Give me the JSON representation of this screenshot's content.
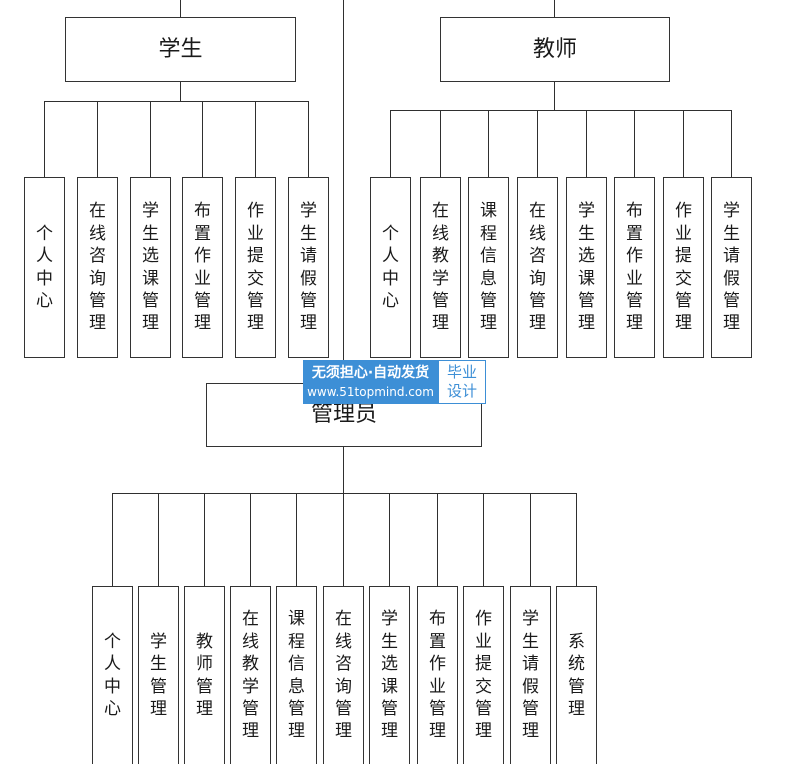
{
  "student": {
    "title": "学生",
    "modules": [
      "个人中心",
      "在线咨询管理",
      "学生选课管理",
      "布置作业管理",
      "作业提交管理",
      "学生请假管理"
    ]
  },
  "teacher": {
    "title": "教师",
    "modules": [
      "个人中心",
      "在线教学管理",
      "课程信息管理",
      "在线咨询管理",
      "学生选课管理",
      "布置作业管理",
      "作业提交管理",
      "学生请假管理"
    ]
  },
  "admin": {
    "title": "管理员",
    "modules": [
      "个人中心",
      "学生管理",
      "教师管理",
      "在线教学管理",
      "课程信息管理",
      "在线咨询管理",
      "学生选课管理",
      "布置作业管理",
      "作业提交管理",
      "学生请假管理",
      "系统管理"
    ]
  },
  "watermark": {
    "slogan": "无须担心·自动发货",
    "url": "www.51topmind.com",
    "badge_line1": "毕业",
    "badge_line2": "设计"
  },
  "colors": {
    "line": "#2f2f2f",
    "watermark_blue": "#3d8fd6"
  }
}
